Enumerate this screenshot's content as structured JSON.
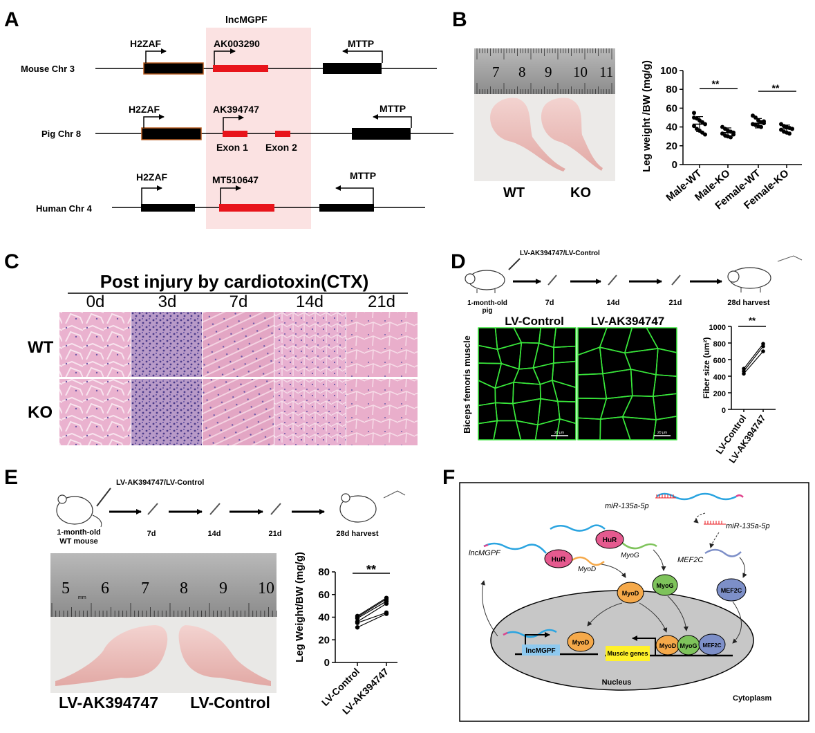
{
  "panel_letters": {
    "a": "A",
    "b": "B",
    "c": "C",
    "d": "D",
    "e": "E",
    "f": "F"
  },
  "panel_a": {
    "region_label": "lncMGPF",
    "rows": [
      {
        "species": "Mouse  Chr 3",
        "left_gene": "H2ZAF",
        "accession": "AK003290",
        "right_gene": "MTTP"
      },
      {
        "species": "Pig Chr 8",
        "left_gene": "H2ZAF",
        "accession": "AK394747",
        "right_gene": "MTTP",
        "exon1": "Exon 1",
        "exon2": "Exon 2"
      },
      {
        "species": "Human Chr 4",
        "left_gene": "H2ZAF",
        "accession": "MT510647",
        "right_gene": "MTTP"
      }
    ]
  },
  "panel_b": {
    "photo_labels": [
      "WT",
      "KO"
    ],
    "ruler_numbers": [
      "7",
      "8",
      "9",
      "10",
      "11"
    ],
    "significance": [
      "**",
      "**"
    ],
    "chart_data": {
      "type": "scatter",
      "categories": [
        "Male-WT",
        "Male-KO",
        "Female-WT",
        "Female-KO"
      ],
      "ylabel": "Leg weight /BW (mg/g)",
      "ylim": [
        0,
        100
      ],
      "yticks": [
        0,
        20,
        40,
        60,
        80,
        100
      ],
      "series": [
        {
          "category": "Male-WT",
          "points": [
            55,
            49,
            47,
            45,
            43,
            41,
            38,
            36,
            34,
            32,
            50
          ],
          "mean": 43,
          "sd": 8
        },
        {
          "category": "Male-KO",
          "points": [
            40,
            38,
            36,
            35,
            34,
            33,
            31,
            30,
            29,
            32
          ],
          "mean": 34,
          "sd": 5
        },
        {
          "category": "Female-WT",
          "points": [
            52,
            50,
            47,
            45,
            44,
            43,
            42,
            41,
            40,
            46
          ],
          "mean": 44,
          "sd": 5
        },
        {
          "category": "Female-KO",
          "points": [
            43,
            41,
            40,
            39,
            38,
            37,
            35,
            34,
            33,
            38
          ],
          "mean": 38,
          "sd": 4
        }
      ]
    }
  },
  "panel_c": {
    "title": "Post injury by cardiotoxin(CTX)",
    "timepoints": [
      "0d",
      "3d",
      "7d",
      "14d",
      "21d"
    ],
    "rows": [
      "WT",
      "KO"
    ]
  },
  "panel_d": {
    "injection": "LV-AK394747/LV-Control",
    "start": "1-month-old\npig",
    "days": [
      "7d",
      "14d",
      "21d"
    ],
    "harvest": "28d  harvest",
    "image_labels": [
      "LV-Control",
      "LV-AK394747"
    ],
    "side_label": "Biceps femoris muscle",
    "scale_bar": "20 μm",
    "significance": "**",
    "chart_data": {
      "type": "line",
      "categories": [
        "LV-Control",
        "LV-AK394747"
      ],
      "ylabel": "Fiber size (um²)",
      "ylim": [
        0,
        1000
      ],
      "yticks": [
        0,
        200,
        400,
        600,
        800,
        1000
      ],
      "series": [
        {
          "values": [
            490,
            790
          ]
        },
        {
          "values": [
            460,
            760
          ]
        },
        {
          "values": [
            430,
            700
          ]
        }
      ]
    }
  },
  "panel_e": {
    "injection": "LV-AK394747/LV-Control",
    "start": "1-month-old\nWT mouse",
    "days": [
      "7d",
      "14d",
      "21d"
    ],
    "harvest": "28d harvest",
    "ruler_numbers": [
      "5",
      "6",
      "7",
      "8",
      "9",
      "10"
    ],
    "ruler_unit": "mm",
    "photo_labels": [
      "LV-AK394747",
      "LV-Control"
    ],
    "significance": "**",
    "chart_data": {
      "type": "line",
      "categories": [
        "LV-Control",
        "LV-AK394747"
      ],
      "ylabel": "Leg Weight/BW (mg/g)",
      "ylim": [
        0,
        80
      ],
      "yticks": [
        0,
        20,
        40,
        60,
        80
      ],
      "series": [
        {
          "values": [
            41,
            57
          ]
        },
        {
          "values": [
            40,
            56
          ]
        },
        {
          "values": [
            39,
            54
          ]
        },
        {
          "values": [
            36,
            52
          ]
        },
        {
          "values": [
            35,
            44
          ]
        },
        {
          "values": [
            31,
            43
          ]
        }
      ]
    }
  },
  "panel_f": {
    "mirna": [
      "miR-135a-5p",
      "miR-135a-5p"
    ],
    "lnc": "lncMGPF",
    "hur": "HuR",
    "myod": "MyoD",
    "myog": "MyoG",
    "mef2c": "MEF2C",
    "lnc_gene": "lncMGPF",
    "muscle_genes": "Muscle genes",
    "nucleus": "Nucleus",
    "cytoplasm": "Cytoplasm"
  },
  "colors": {
    "red": "#e8141b",
    "pink_region": "#fbe2e2",
    "fiber_green": "#39e83b",
    "he_pink": "#e9a7c6",
    "myod_orange": "#f5a94a",
    "myog_green": "#7ec35b",
    "mef2c_blue": "#7d8fc8",
    "hur_pink": "#e55a8f",
    "nucleus_gray": "#c7c7c7",
    "rna_blue": "#2aa4e0",
    "lnc_box": "#8ec9ef",
    "mg_yellow": "#fff12a"
  }
}
